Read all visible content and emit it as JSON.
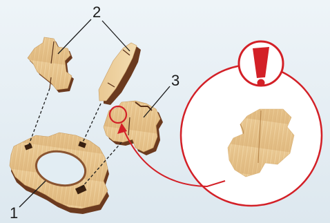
{
  "diagram": {
    "callouts": [
      {
        "id": "part-1",
        "label": "1"
      },
      {
        "id": "part-2",
        "label": "2"
      },
      {
        "id": "part-3",
        "label": "3"
      }
    ],
    "warning_symbol": "!",
    "icons": [
      "exclamation-icon"
    ],
    "colors": {
      "wood_face": "#e9c892",
      "wood_grain": "#d8b277",
      "wood_edge": "#6b3a1f",
      "wood_edge_light": "#8a5430",
      "warning_red": "#d32027",
      "leader_line": "#1a1a1a",
      "background_top": "#eef4f8",
      "background_bottom": "#dde8ef",
      "zoom_circle_fill": "#ffffff"
    }
  }
}
